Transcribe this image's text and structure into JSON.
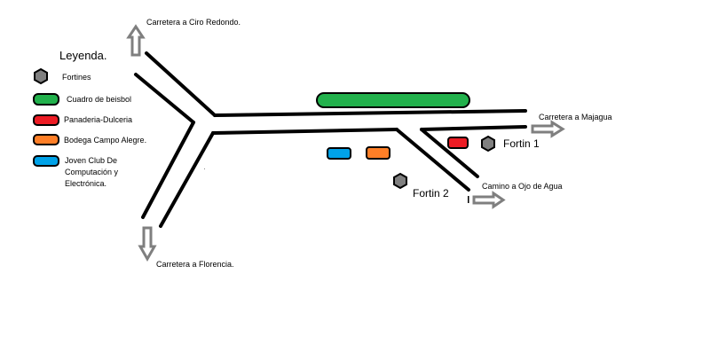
{
  "legend": {
    "title": "Leyenda.",
    "items": [
      {
        "label": "Fortines",
        "symbol": "hexagon",
        "color": "#808080"
      },
      {
        "label": "Cuadro de beisbol",
        "symbol": "rounded-bar",
        "color": "#22b14c"
      },
      {
        "label": "Panaderia-Dulceria",
        "symbol": "rounded-bar",
        "color": "#ed1c24"
      },
      {
        "label": "Bodega Campo Alegre.",
        "symbol": "rounded-bar",
        "color": "#ff7f27"
      },
      {
        "label": "Joven Club De Computación y Electrónica.",
        "label_lines": [
          "Joven Club De",
          "Computación y",
          "Electrónica."
        ],
        "symbol": "rounded-bar",
        "color": "#00a2e8"
      }
    ]
  },
  "directions": {
    "north": "Carretera a Ciro Redondo.",
    "south": "Carretera a Florencia.",
    "east": "Carretera a Majagua",
    "southeast": "Camino a Ojo de Agua"
  },
  "fortines": {
    "fortin1": "Fortin 1",
    "fortin2": "Fortin 2"
  },
  "colors": {
    "road": "#000000",
    "arrow_fill": "#ffffff",
    "arrow_stroke": "#7f7f7f",
    "fortin": "#808080",
    "beisbol": "#22b14c",
    "panaderia": "#ed1c24",
    "bodega": "#ff7f27",
    "joven_club": "#00a2e8"
  }
}
